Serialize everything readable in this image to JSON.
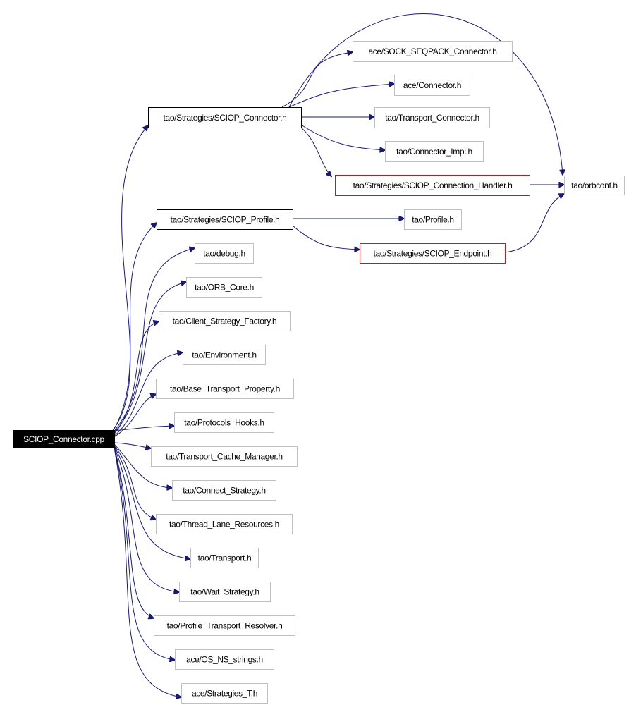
{
  "colors": {
    "edge": "#191970",
    "root_fill": "#000000",
    "root_text": "#ffffff",
    "box_black": "#000000",
    "box_gray": "#bfbfbf",
    "box_red": "#ff0000",
    "text": "#000000",
    "background": "#ffffff"
  },
  "graph": {
    "root": "SCIOP_Connector.cpp",
    "nodes": [
      {
        "id": "root",
        "label": "SCIOP_Connector.cpp",
        "style": "root"
      },
      {
        "id": "sciop_connector_h",
        "label": "tao/Strategies/SCIOP_Connector.h",
        "style": "black"
      },
      {
        "id": "sock_seqpack",
        "label": "ace/SOCK_SEQPACK_Connector.h",
        "style": "gray"
      },
      {
        "id": "ace_connector",
        "label": "ace/Connector.h",
        "style": "gray"
      },
      {
        "id": "transport_connector",
        "label": "tao/Transport_Connector.h",
        "style": "gray"
      },
      {
        "id": "connector_impl",
        "label": "tao/Connector_Impl.h",
        "style": "gray"
      },
      {
        "id": "connection_handler",
        "label": "tao/Strategies/SCIOP_Connection_Handler.h",
        "style": "red"
      },
      {
        "id": "orbconf",
        "label": "tao/orbconf.h",
        "style": "gray"
      },
      {
        "id": "sciop_profile",
        "label": "tao/Strategies/SCIOP_Profile.h",
        "style": "black"
      },
      {
        "id": "profile",
        "label": "tao/Profile.h",
        "style": "gray"
      },
      {
        "id": "sciop_endpoint",
        "label": "tao/Strategies/SCIOP_Endpoint.h",
        "style": "red"
      },
      {
        "id": "debug",
        "label": "tao/debug.h",
        "style": "gray"
      },
      {
        "id": "orb_core",
        "label": "tao/ORB_Core.h",
        "style": "gray"
      },
      {
        "id": "client_strategy",
        "label": "tao/Client_Strategy_Factory.h",
        "style": "gray"
      },
      {
        "id": "environment",
        "label": "tao/Environment.h",
        "style": "gray"
      },
      {
        "id": "base_transport",
        "label": "tao/Base_Transport_Property.h",
        "style": "gray"
      },
      {
        "id": "protocols_hooks",
        "label": "tao/Protocols_Hooks.h",
        "style": "gray"
      },
      {
        "id": "transport_cache",
        "label": "tao/Transport_Cache_Manager.h",
        "style": "gray"
      },
      {
        "id": "connect_strategy",
        "label": "tao/Connect_Strategy.h",
        "style": "gray"
      },
      {
        "id": "thread_lane",
        "label": "tao/Thread_Lane_Resources.h",
        "style": "gray"
      },
      {
        "id": "transport",
        "label": "tao/Transport.h",
        "style": "gray"
      },
      {
        "id": "wait_strategy",
        "label": "tao/Wait_Strategy.h",
        "style": "gray"
      },
      {
        "id": "profile_resolver",
        "label": "tao/Profile_Transport_Resolver.h",
        "style": "gray"
      },
      {
        "id": "os_ns_strings",
        "label": "ace/OS_NS_strings.h",
        "style": "gray"
      },
      {
        "id": "strategies_t",
        "label": "ace/Strategies_T.h",
        "style": "gray"
      }
    ],
    "edges": [
      {
        "from": "root",
        "to": "sciop_connector_h"
      },
      {
        "from": "root",
        "to": "sciop_profile"
      },
      {
        "from": "root",
        "to": "debug"
      },
      {
        "from": "root",
        "to": "orb_core"
      },
      {
        "from": "root",
        "to": "client_strategy"
      },
      {
        "from": "root",
        "to": "environment"
      },
      {
        "from": "root",
        "to": "base_transport"
      },
      {
        "from": "root",
        "to": "protocols_hooks"
      },
      {
        "from": "root",
        "to": "transport_cache"
      },
      {
        "from": "root",
        "to": "connect_strategy"
      },
      {
        "from": "root",
        "to": "thread_lane"
      },
      {
        "from": "root",
        "to": "transport"
      },
      {
        "from": "root",
        "to": "wait_strategy"
      },
      {
        "from": "root",
        "to": "profile_resolver"
      },
      {
        "from": "root",
        "to": "os_ns_strings"
      },
      {
        "from": "root",
        "to": "strategies_t"
      },
      {
        "from": "sciop_connector_h",
        "to": "sock_seqpack"
      },
      {
        "from": "sciop_connector_h",
        "to": "ace_connector"
      },
      {
        "from": "sciop_connector_h",
        "to": "transport_connector"
      },
      {
        "from": "sciop_connector_h",
        "to": "connector_impl"
      },
      {
        "from": "sciop_connector_h",
        "to": "connection_handler"
      },
      {
        "from": "sciop_connector_h",
        "to": "orbconf"
      },
      {
        "from": "connection_handler",
        "to": "orbconf"
      },
      {
        "from": "sciop_profile",
        "to": "profile"
      },
      {
        "from": "sciop_profile",
        "to": "sciop_endpoint"
      },
      {
        "from": "sciop_endpoint",
        "to": "orbconf"
      }
    ]
  }
}
